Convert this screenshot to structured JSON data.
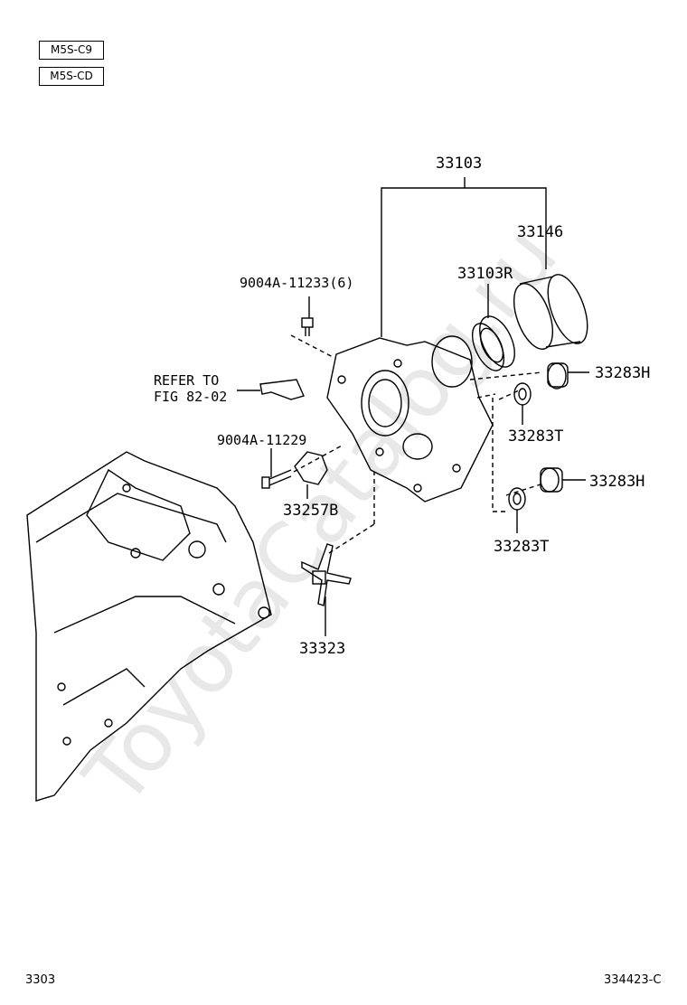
{
  "variants": [
    "M5S-C9",
    "M5S-CD"
  ],
  "parts": {
    "p33103": "33103",
    "p33146": "33146",
    "p33103R": "33103R",
    "bolt6": "9004A-11233(6)",
    "refer1": "REFER TO",
    "refer2": "FIG 82-02",
    "p33283H_1": "33283H",
    "p33283T_1": "33283T",
    "bolt": "9004A-11229",
    "p33257B": "33257B",
    "p33283H_2": "33283H",
    "p33283T_2": "33283T",
    "p33323": "33323"
  },
  "watermark": "ToyotaCatalog.ru",
  "footer": {
    "left": "3303",
    "right": "334423-C"
  }
}
